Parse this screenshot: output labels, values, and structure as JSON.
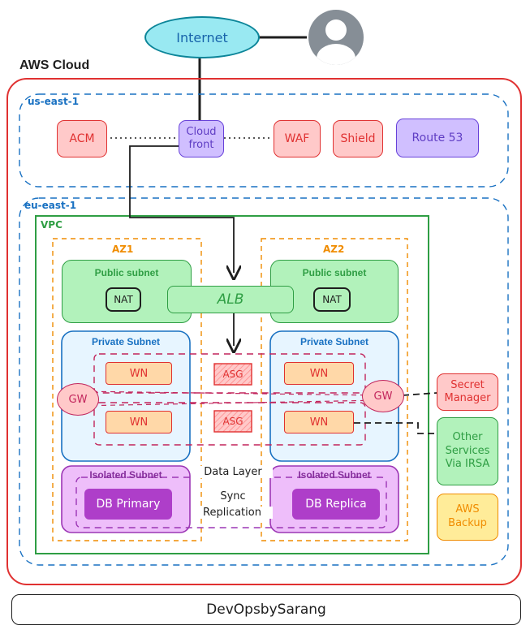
{
  "internet": "Internet",
  "cloud_title": "AWS Cloud",
  "regions": {
    "us": "us-east-1",
    "eu": "eu-east-1"
  },
  "us_services": {
    "acm": "ACM",
    "cloudfront": "Cloud front",
    "waf": "WAF",
    "shield": "Shield",
    "route53": "Route 53"
  },
  "vpc": "VPC",
  "az": {
    "az1": "AZ1",
    "az2": "AZ2"
  },
  "subnets": {
    "public": "Public subnet",
    "private": "Private Subnet",
    "isolated": "Isolated Subnet"
  },
  "nat": "NAT",
  "alb": "ALB",
  "wn": "WN",
  "asg": "ASG",
  "gw": "GW",
  "db": {
    "primary": "DB Primary",
    "replica": "DB Replica"
  },
  "labels": {
    "data_layer": "Data Layer",
    "sync": "Sync",
    "replication": "Replication"
  },
  "side": {
    "secret": "Secret Manager",
    "other": "Other Services Via IRSA",
    "backup": "AWS Backup"
  },
  "footer": "DevOpsbySarang",
  "colors": {
    "red": "#e03131",
    "blue": "#1971c2",
    "green": "#2f9e44",
    "orange": "#f08c00",
    "purple": "#6741d9"
  }
}
